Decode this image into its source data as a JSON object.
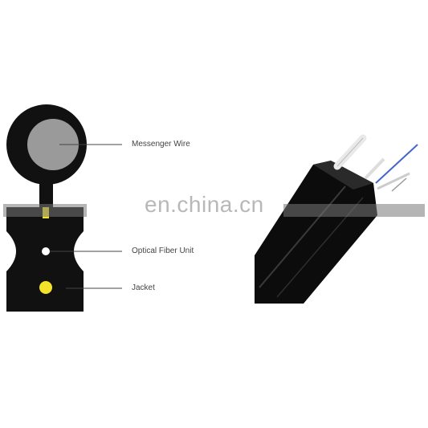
{
  "labels": {
    "messenger_wire": "Messenger Wire",
    "optical_fiber_unit": "Optical Fiber Unit",
    "jacket": "Jacket"
  },
  "watermark": "en.china.cn",
  "colors": {
    "cable_black": "#111111",
    "messenger_core": "#9a9a9a",
    "fiber_yellow": "#f2e22a",
    "fiber_white": "#ffffff",
    "leader_line": "#444444"
  }
}
